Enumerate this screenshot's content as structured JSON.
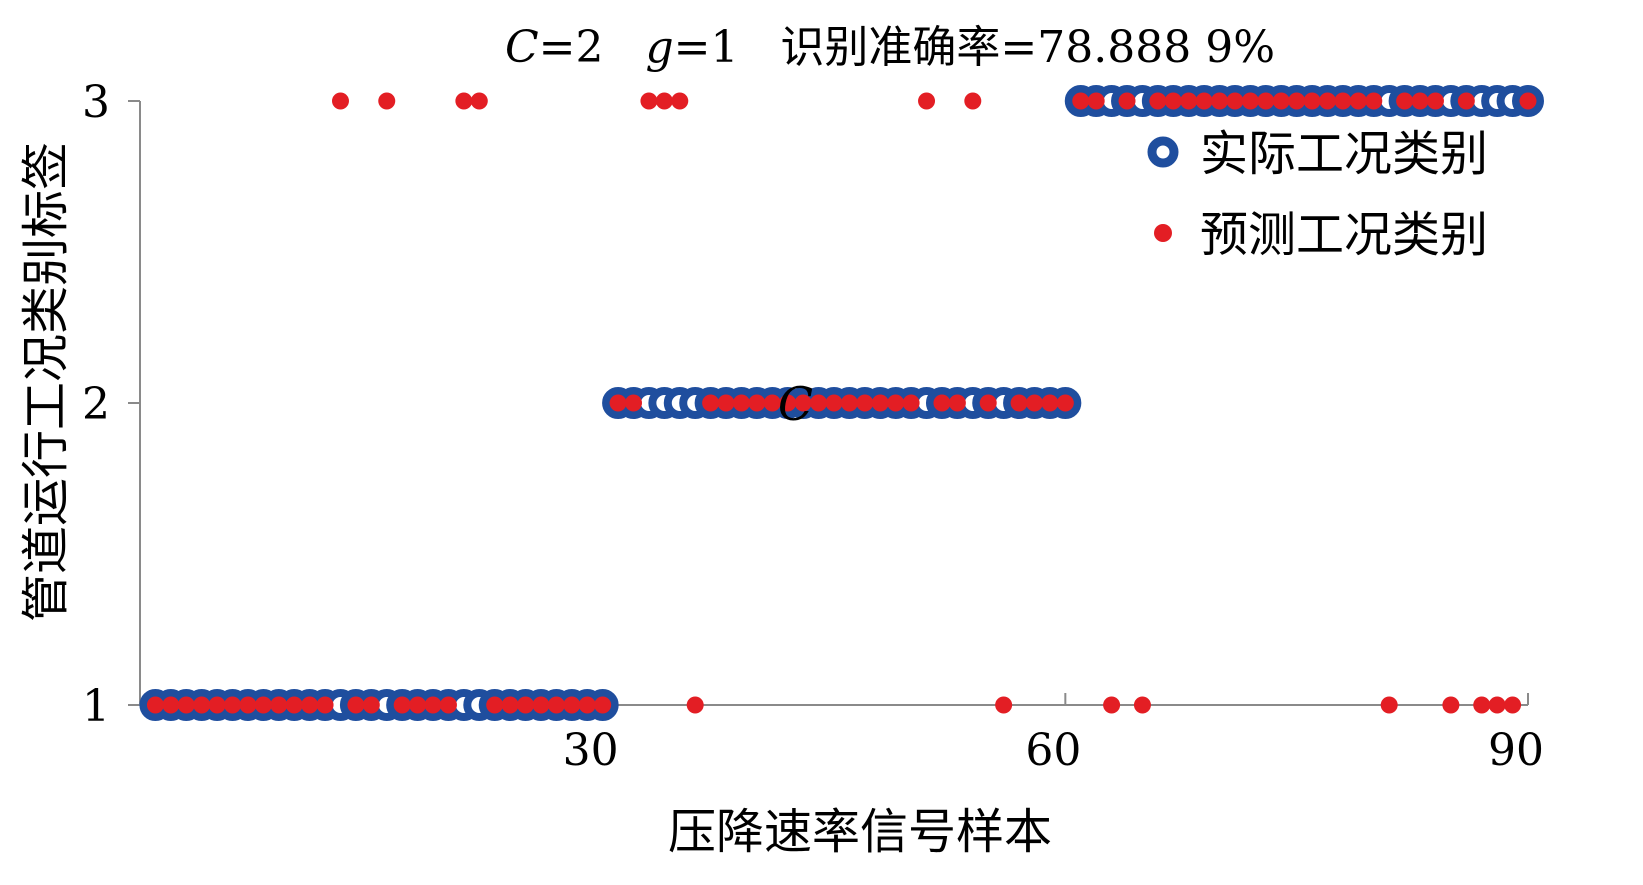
{
  "chart_data": {
    "type": "scatter",
    "title_parts": [
      {
        "text": "C",
        "italic": true
      },
      {
        "text": "=2   ",
        "italic": false
      },
      {
        "text": "g",
        "italic": true
      },
      {
        "text": "=1   识别准确率=78.888 9%",
        "italic": false
      }
    ],
    "xlabel": "压降速率信号样本",
    "ylabel": "管道运行工况类别标签",
    "xlim": [
      0,
      90
    ],
    "ylim": [
      1,
      3
    ],
    "xticks": [
      30,
      60,
      90
    ],
    "yticks": [
      1,
      2,
      3
    ],
    "legend_position": "top-right",
    "annotation": {
      "text": "C",
      "x": 42.5,
      "y": 2
    },
    "colors": {
      "actual": "#1f4e9e",
      "predicted": "#e31e24"
    },
    "series": [
      {
        "name": "实际工况类别",
        "marker": "ring",
        "x": [
          1,
          2,
          3,
          4,
          5,
          6,
          7,
          8,
          9,
          10,
          11,
          12,
          13,
          14,
          15,
          16,
          17,
          18,
          19,
          20,
          21,
          22,
          23,
          24,
          25,
          26,
          27,
          28,
          29,
          30,
          31,
          32,
          33,
          34,
          35,
          36,
          37,
          38,
          39,
          40,
          41,
          42,
          43,
          44,
          45,
          46,
          47,
          48,
          49,
          50,
          51,
          52,
          53,
          54,
          55,
          56,
          57,
          58,
          59,
          60,
          61,
          62,
          63,
          64,
          65,
          66,
          67,
          68,
          69,
          70,
          71,
          72,
          73,
          74,
          75,
          76,
          77,
          78,
          79,
          80,
          81,
          82,
          83,
          84,
          85,
          86,
          87,
          88,
          89,
          90
        ],
        "y": [
          1,
          1,
          1,
          1,
          1,
          1,
          1,
          1,
          1,
          1,
          1,
          1,
          1,
          1,
          1,
          1,
          1,
          1,
          1,
          1,
          1,
          1,
          1,
          1,
          1,
          1,
          1,
          1,
          1,
          1,
          2,
          2,
          2,
          2,
          2,
          2,
          2,
          2,
          2,
          2,
          2,
          2,
          2,
          2,
          2,
          2,
          2,
          2,
          2,
          2,
          2,
          2,
          2,
          2,
          2,
          2,
          2,
          2,
          2,
          2,
          3,
          3,
          3,
          3,
          3,
          3,
          3,
          3,
          3,
          3,
          3,
          3,
          3,
          3,
          3,
          3,
          3,
          3,
          3,
          3,
          3,
          3,
          3,
          3,
          3,
          3,
          3,
          3,
          3,
          3
        ]
      },
      {
        "name": "预测工况类别",
        "marker": "dot",
        "x": [
          1,
          2,
          3,
          4,
          5,
          6,
          7,
          8,
          9,
          10,
          11,
          12,
          13,
          14,
          15,
          16,
          17,
          18,
          19,
          20,
          21,
          22,
          23,
          24,
          25,
          26,
          27,
          28,
          29,
          30,
          31,
          32,
          33,
          34,
          35,
          36,
          37,
          38,
          39,
          40,
          41,
          42,
          43,
          44,
          45,
          46,
          47,
          48,
          49,
          50,
          51,
          52,
          53,
          54,
          55,
          56,
          57,
          58,
          59,
          60,
          61,
          62,
          63,
          64,
          65,
          66,
          67,
          68,
          69,
          70,
          71,
          72,
          73,
          74,
          75,
          76,
          77,
          78,
          79,
          80,
          81,
          82,
          83,
          84,
          85,
          86,
          87,
          88,
          89,
          90
        ],
        "y": [
          1,
          1,
          1,
          1,
          1,
          1,
          1,
          1,
          1,
          1,
          1,
          1,
          3,
          1,
          1,
          3,
          1,
          1,
          1,
          1,
          3,
          3,
          1,
          1,
          1,
          1,
          1,
          1,
          1,
          1,
          2,
          2,
          3,
          3,
          3,
          1,
          2,
          2,
          2,
          2,
          2,
          2,
          2,
          2,
          2,
          2,
          2,
          2,
          2,
          2,
          3,
          2,
          2,
          3,
          2,
          1,
          2,
          2,
          2,
          2,
          3,
          3,
          1,
          3,
          1,
          3,
          3,
          3,
          3,
          3,
          3,
          3,
          3,
          3,
          3,
          3,
          3,
          3,
          3,
          3,
          1,
          3,
          3,
          3,
          1,
          3,
          1,
          1,
          1,
          3
        ]
      }
    ]
  }
}
